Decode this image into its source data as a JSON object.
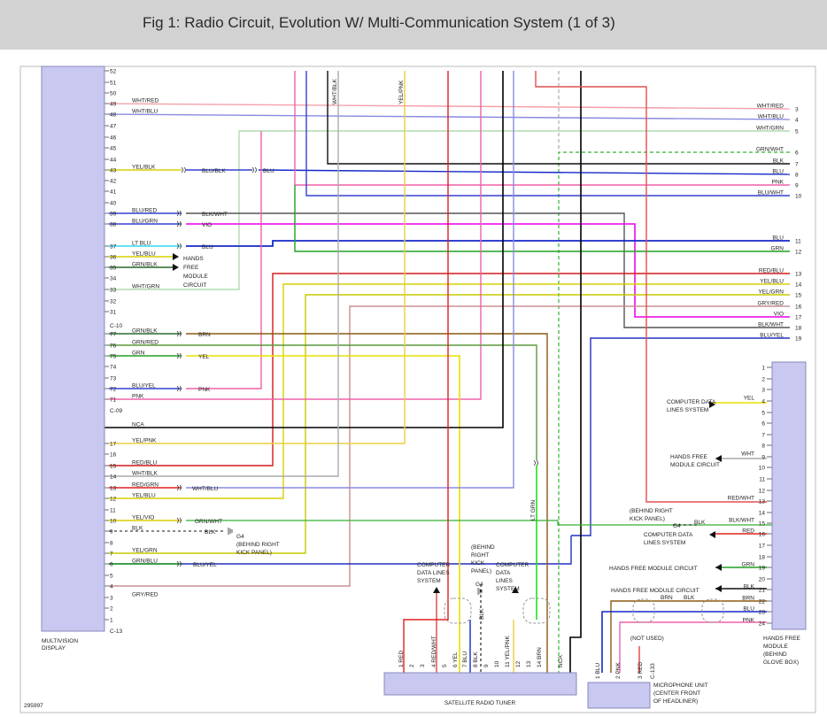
{
  "header": {
    "title": "Fig 1: Radio Circuit, Evolution W/ Multi-Communication System (1 of 3)"
  },
  "figure_id": "295997",
  "components": {
    "multivision": {
      "label_lines": [
        "MULTIVISION",
        "DISPLAY"
      ]
    },
    "tuner": {
      "label": "SATELLITE RADIO TUNER"
    },
    "hfm": {
      "label_lines": [
        "HANDS FREE",
        "MODULE",
        "(BEHIND",
        "GLOVE BOX)"
      ]
    },
    "mic": {
      "label_lines": [
        "MICROPHONE UNIT",
        "(CENTER FRONT",
        "OF HEADLINER)"
      ],
      "connector": "C-133"
    }
  },
  "connectors": {
    "c10": "C-10",
    "c09": "C-09",
    "c13": "C-13"
  },
  "colors": {
    "WHT/RED": "#f4a0a8",
    "WHT/BLU": "#8a8ae0",
    "WHT/GRN": "#b0dcb0",
    "GRN/WHT": "#33b033",
    "BLK": "#111111",
    "BLU": "#1428c8",
    "PNK": "#f060a8",
    "BLU/WHT": "#3440d0",
    "GRN": "#20a020",
    "RED/BLU": "#d21a1a",
    "YEL/BLU": "#d8d000",
    "YEL/GRN": "#c8c800",
    "GRY/RED": "#c89090",
    "VIO": "#ee22ee",
    "BLK/WHT": "#555555",
    "BLU/YEL": "#2030c0",
    "BRN": "#8b5a10",
    "YEL": "#e8e000",
    "LT GRN": "#20e020",
    "RED": "#e02020",
    "RED/WHT": "#e05050",
    "LT BLU": "#30d8f0",
    "WHT/BLK": "#aaaaaa",
    "YEL/PNK": "#e8d040",
    "NCA": "#000000",
    "GRN/BLK": "#2a6a2a",
    "GRN/RED": "#5a9a3a",
    "GRY": "#b0b0b0"
  },
  "left_pins": [
    {
      "n": "52",
      "label": ""
    },
    {
      "n": "51",
      "label": ""
    },
    {
      "n": "50",
      "label": ""
    },
    {
      "n": "49",
      "label": "WHT/RED"
    },
    {
      "n": "48",
      "label": "WHT/BLU"
    },
    {
      "n": "47",
      "label": ""
    },
    {
      "n": "46",
      "label": ""
    },
    {
      "n": "45",
      "label": ""
    },
    {
      "n": "44",
      "label": ""
    },
    {
      "n": "43",
      "label": "YEL/BLK"
    },
    {
      "n": "42",
      "label": ""
    },
    {
      "n": "41",
      "label": ""
    },
    {
      "n": "40",
      "label": ""
    },
    {
      "n": "39",
      "label": "BLU/RED"
    },
    {
      "n": "38",
      "label": "BLU/GRN"
    },
    {
      "n": "",
      "label": ""
    },
    {
      "n": "37",
      "label": "LT BLU"
    },
    {
      "n": "36",
      "label": "YEL/BLU"
    },
    {
      "n": "35",
      "label": "GRN/BLK"
    },
    {
      "n": "34",
      "label": ""
    },
    {
      "n": "33",
      "label": "WHT/GRN"
    },
    {
      "n": "32",
      "label": ""
    },
    {
      "n": "31",
      "label": ""
    },
    {
      "n": "77",
      "label": "GRN/BLK"
    },
    {
      "n": "76",
      "label": "GRN/RED"
    },
    {
      "n": "75",
      "label": "GRN"
    },
    {
      "n": "74",
      "label": ""
    },
    {
      "n": "73",
      "label": ""
    },
    {
      "n": "72",
      "label": "BLU/YEL"
    },
    {
      "n": "71",
      "label": "PNK"
    },
    {
      "n": "",
      "label": "NCA"
    },
    {
      "n": "17",
      "label": "YEL/PNK"
    },
    {
      "n": "16",
      "label": ""
    },
    {
      "n": "15",
      "label": "RED/BLU"
    },
    {
      "n": "14",
      "label": "WHT/BLK"
    },
    {
      "n": "13",
      "label": "RED/GRN"
    },
    {
      "n": "12",
      "label": "YEL/BLU"
    },
    {
      "n": "11",
      "label": ""
    },
    {
      "n": "10",
      "label": "YEL/VIO"
    },
    {
      "n": "9",
      "label": "BLK"
    },
    {
      "n": "8",
      "label": ""
    },
    {
      "n": "7",
      "label": "YEL/GRN"
    },
    {
      "n": "6",
      "label": "GRN/BLU"
    },
    {
      "n": "5",
      "label": ""
    },
    {
      "n": "4",
      "label": ""
    },
    {
      "n": "3",
      "label": "GRY/RED"
    },
    {
      "n": "2",
      "label": ""
    },
    {
      "n": "1",
      "label": ""
    }
  ],
  "right_pins": [
    {
      "n": "3",
      "label": "WHT/RED"
    },
    {
      "n": "4",
      "label": "WHT/BLU"
    },
    {
      "n": "5",
      "label": "WHT/GRN"
    },
    {
      "n": "6",
      "label": "GRN/WHT"
    },
    {
      "n": "7",
      "label": "BLK"
    },
    {
      "n": "8",
      "label": "BLU"
    },
    {
      "n": "9",
      "label": "PNK"
    },
    {
      "n": "10",
      "label": "BLU/WHT"
    },
    {
      "n": "11",
      "label": "BLU"
    },
    {
      "n": "12",
      "label": "GRN"
    },
    {
      "n": "13",
      "label": "RED/BLU"
    },
    {
      "n": "14",
      "label": "YEL/BLU"
    },
    {
      "n": "15",
      "label": "YEL/GRN"
    },
    {
      "n": "16",
      "label": "GRY/RED"
    },
    {
      "n": "17",
      "label": "VIO"
    },
    {
      "n": "18",
      "label": "BLK/WHT"
    },
    {
      "n": "19",
      "label": "BLU/YEL"
    }
  ],
  "hfm_pins": [
    {
      "n": "1",
      "label": ""
    },
    {
      "n": "2",
      "label": ""
    },
    {
      "n": "3",
      "label": ""
    },
    {
      "n": "4",
      "label": "YEL"
    },
    {
      "n": "5",
      "label": ""
    },
    {
      "n": "6",
      "label": ""
    },
    {
      "n": "7",
      "label": ""
    },
    {
      "n": "8",
      "label": ""
    },
    {
      "n": "9",
      "label": "WHT"
    },
    {
      "n": "10",
      "label": ""
    },
    {
      "n": "11",
      "label": ""
    },
    {
      "n": "12",
      "label": ""
    },
    {
      "n": "13",
      "label": "RED/WHT"
    },
    {
      "n": "14",
      "label": ""
    },
    {
      "n": "15",
      "label": "BLK/WHT"
    },
    {
      "n": "16",
      "label": "RED"
    },
    {
      "n": "17",
      "label": ""
    },
    {
      "n": "18",
      "label": ""
    },
    {
      "n": "19",
      "label": "GRN"
    },
    {
      "n": "20",
      "label": ""
    },
    {
      "n": "21",
      "label": "BLK"
    },
    {
      "n": "22",
      "label": "BRN"
    },
    {
      "n": "23",
      "label": "BLU"
    },
    {
      "n": "24",
      "label": "PNK"
    }
  ],
  "tuner_pins": [
    {
      "n": "1",
      "label": "RED"
    },
    {
      "n": "2",
      "label": ""
    },
    {
      "n": "3",
      "label": ""
    },
    {
      "n": "4",
      "label": "RED/WHT"
    },
    {
      "n": "5",
      "label": ""
    },
    {
      "n": "6",
      "label": "YEL"
    },
    {
      "n": "7",
      "label": "BLU"
    },
    {
      "n": "8",
      "label": "BLK"
    },
    {
      "n": "9",
      "label": ""
    },
    {
      "n": "10",
      "label": ""
    },
    {
      "n": "11",
      "label": "YEL/PNK"
    },
    {
      "n": "12",
      "label": ""
    },
    {
      "n": "13",
      "label": ""
    },
    {
      "n": "14",
      "label": "BRN"
    },
    {
      "n": "",
      "label": "NCA"
    }
  ],
  "mic_pins": [
    {
      "n": "1",
      "label": "BLU"
    },
    {
      "n": "2",
      "label": "PNK"
    },
    {
      "n": "3",
      "label": "RED"
    }
  ],
  "mid_labels": {
    "yel_blk_blu_blk": "BLU/BLK",
    "yel_blk_blu": "BLU",
    "blu_red_blk_wht": "BLK/WHT",
    "blu_grn_vio": "VIO",
    "lt_blu_blu": "BLU",
    "hfm_circuit_lines": [
      "HANDS",
      "FREE",
      "MODULE",
      "CIRCUIT"
    ],
    "grn_blk_brn": "BRN",
    "grn_yel": "YEL",
    "blu_yel_pnk": "PNK",
    "red_grn_wht_blu": "WHT/BLU",
    "yel_vio_grn_wht": "GRN/WHT",
    "blk_blk": "BLK",
    "g4": "G4",
    "g4_note": [
      "(BEHIND RIGHT",
      "KICK PANEL)"
    ],
    "grn_blu_blu_yel": "BLU/YEL",
    "vert_wht_blk": "WHT/BLK",
    "vert_yel_pnk": "YEL/PNK",
    "vert_lt_grn": "LT GRN",
    "cdl_lines": [
      "COMPUTER",
      "DATA LINES",
      "SYSTEM"
    ],
    "kick_lines": [
      "(BEHIND",
      "RIGHT",
      "KICK",
      "PANEL)"
    ],
    "g4_tuner": "G4",
    "blk_tuner": "BLK",
    "cdl2_lines": [
      "COMPUTER",
      "DATA",
      "LINES",
      "SYSTEM"
    ]
  },
  "hfm_annotations": {
    "cdl_top": [
      "COMPUTER DATA",
      "LINES SYSTEM"
    ],
    "hfm_circ": [
      "HANDS FREE",
      "MODULE CIRCUIT"
    ],
    "kick": [
      "(BEHIND RIGHT",
      "KICK PANEL)"
    ],
    "g4": "G4",
    "g4_blk": "BLK",
    "cdl_mid": [
      "COMPUTER DATA",
      "LINES SYSTEM"
    ],
    "hfm19": "HANDS FREE MODULE CIRCUIT",
    "hfm21": "HANDS FREE MODULE CIRCUIT",
    "brn_a": "BRN",
    "blk_a": "BLK",
    "not_used": "(NOT USED)"
  }
}
